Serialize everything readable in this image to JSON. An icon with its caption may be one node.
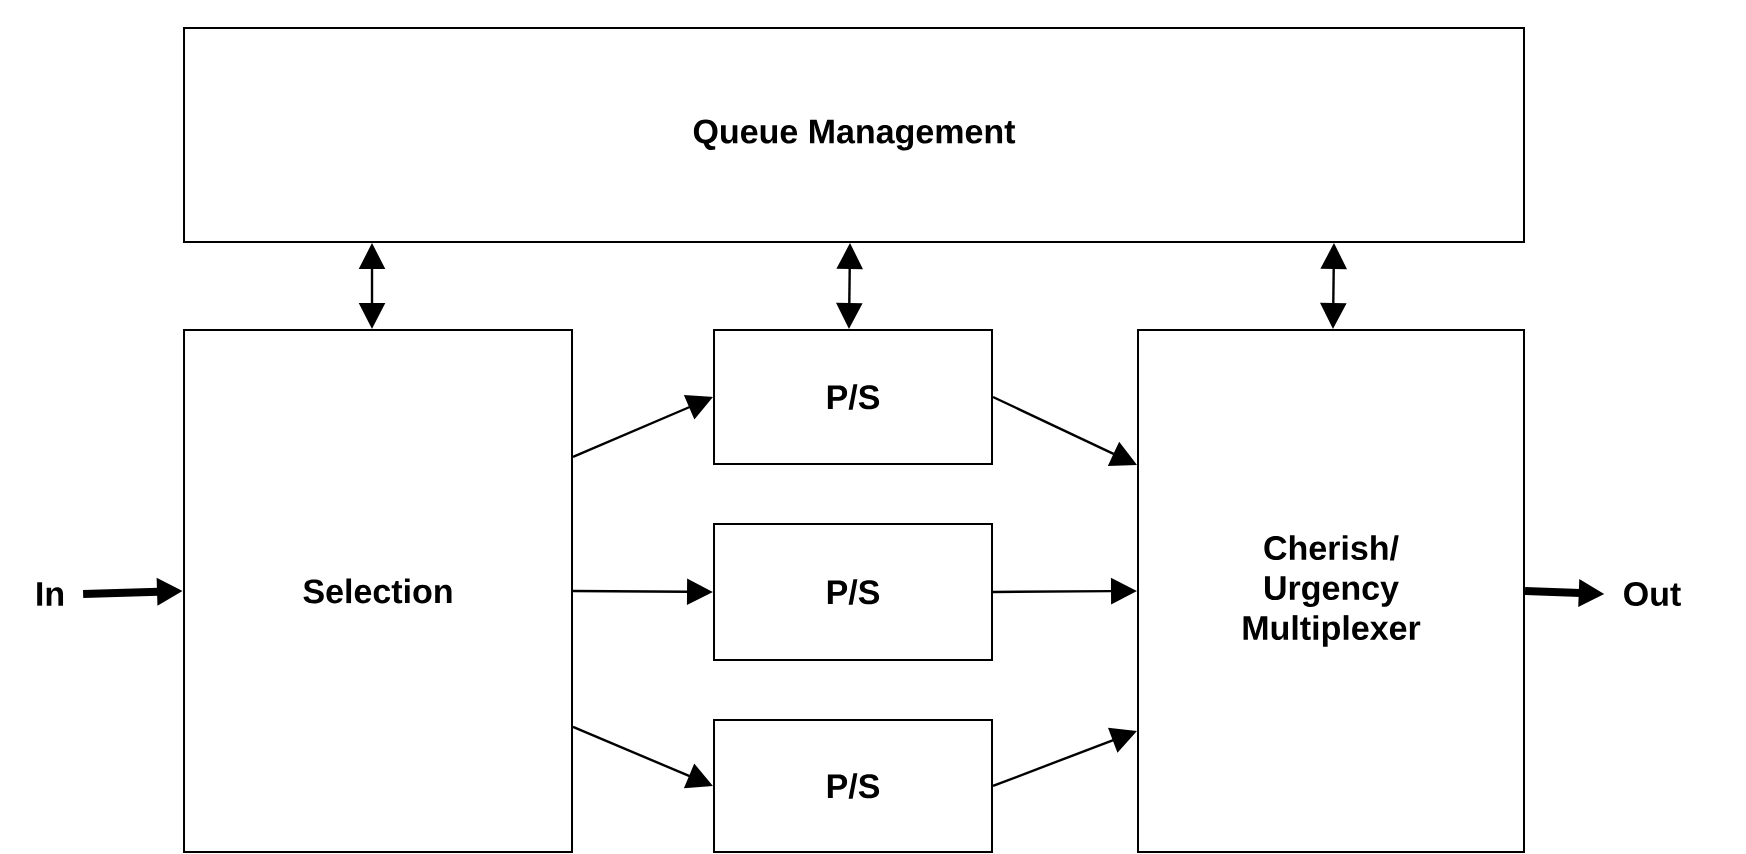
{
  "diagram": {
    "nodes": [
      {
        "text": [
          "Queue Management"
        ]
      },
      {
        "text": [
          "Selection"
        ]
      },
      {
        "text": [
          "P/S"
        ]
      },
      {
        "text": [
          "P/S"
        ]
      },
      {
        "text": [
          "P/S"
        ]
      },
      {
        "text": [
          "Cherish/ Urgency Multiplexer"
        ]
      },
      {
        "text": [
          "In"
        ]
      },
      {
        "text": [
          "Out"
        ]
      }
    ],
    "edges": [
      {
        "from": 6,
        "to": 1,
        "arrow": "to",
        "style": "thick"
      },
      {
        "from": 0,
        "to": 1,
        "arrow": "both"
      },
      {
        "from": 0,
        "to": 2,
        "arrow": "both"
      },
      {
        "from": 0,
        "to": 5,
        "arrow": "both"
      },
      {
        "from": 1,
        "to": 2,
        "arrow": "to"
      },
      {
        "from": 1,
        "to": 3,
        "arrow": "to"
      },
      {
        "from": 1,
        "to": 4,
        "arrow": "to"
      },
      {
        "from": 2,
        "to": 5,
        "arrow": "to"
      },
      {
        "from": 3,
        "to": 5,
        "arrow": "to"
      },
      {
        "from": 4,
        "to": 5,
        "arrow": "to"
      },
      {
        "from": 5,
        "to": 7,
        "arrow": "to",
        "style": "thick"
      }
    ]
  }
}
